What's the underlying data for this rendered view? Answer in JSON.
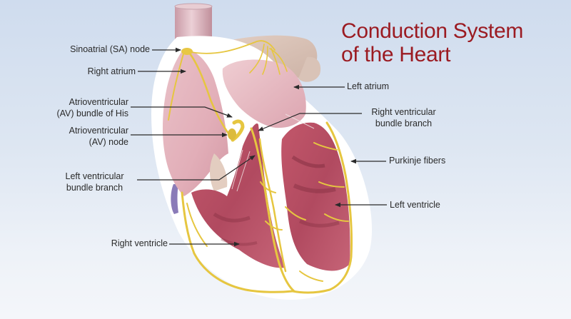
{
  "title": {
    "line1": "Conduction System",
    "line2": "of the Heart",
    "color": "#9b1b22"
  },
  "labels": {
    "sa_node": "Sinoatrial (SA) node",
    "right_atrium": "Right atrium",
    "bundle_of_his_line1": "Atrioventricular",
    "bundle_of_his_line2": "(AV) bundle of His",
    "av_node_line1": "Atrioventricular",
    "av_node_line2": "(AV) node",
    "left_bundle_line1": "Left ventricular",
    "left_bundle_line2": "bundle branch",
    "right_ventricle": "Right ventricle",
    "left_atrium": "Left atrium",
    "right_bundle_line1": "Right ventricular",
    "right_bundle_line2": "bundle branch",
    "purkinje_fibers": "Purkinje fibers",
    "left_ventricle": "Left ventricle"
  },
  "colors": {
    "background_top": "#cfdcee",
    "background_bottom": "#f4f6fa",
    "conduction_fiber": "#e6c640",
    "myocardium": "#b5475c",
    "atrium_interior": "#e8b9c0",
    "wall": "#ffffff",
    "label_text": "#2a2a2a",
    "leader_line": "#2a2a2a"
  }
}
